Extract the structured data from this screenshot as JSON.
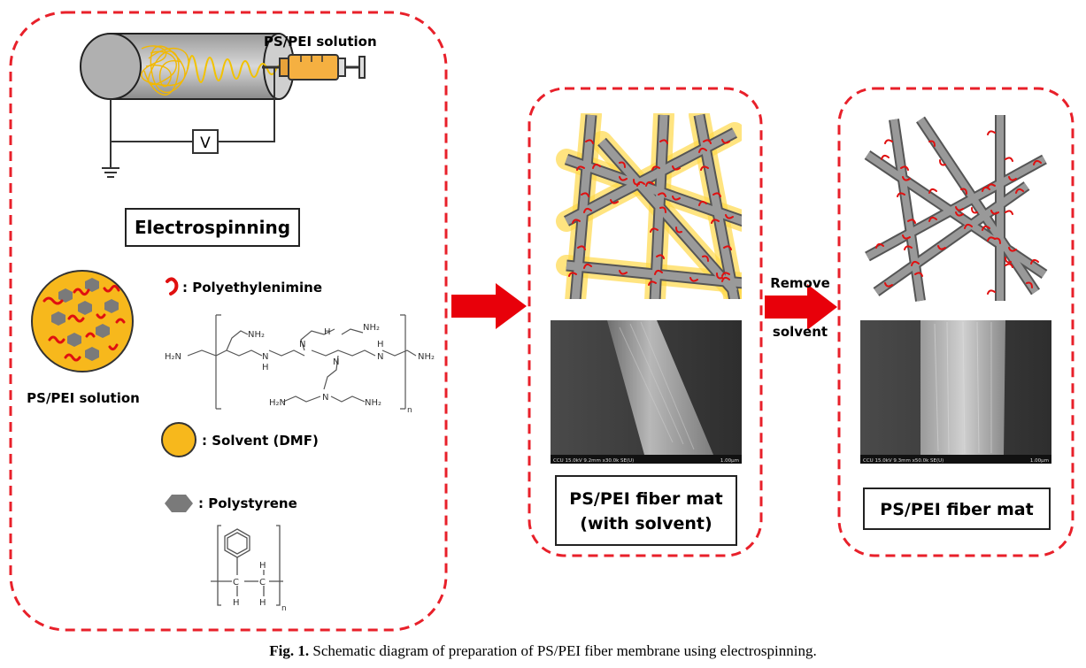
{
  "electrospinning": {
    "syringe_label": "PS/PEI solution",
    "voltage_symbol": "V",
    "title": "Electrospinning"
  },
  "legend": {
    "solution_label": "PS/PEI solution",
    "pei": ": Polyethylenimine",
    "solvent": ": Solvent (DMF)",
    "polystyrene": ": Polystyrene"
  },
  "pei_structure": {
    "h2n_left": "H₂N",
    "nh2_right": "NH₂",
    "nh2_a": "NH₂",
    "nh2_b": "NH₂",
    "nh2_c": "NH₂",
    "h2n_bottom": "H₂N",
    "n": "n",
    "N": "N",
    "H": "H"
  },
  "ps_structure": {
    "C": "C",
    "H": "H",
    "n": "n"
  },
  "step": {
    "arrow_text_1": "Remove",
    "arrow_text_2": "solvent"
  },
  "panel_mid": {
    "title_line1": "PS/PEI fiber mat",
    "title_line2": "(with solvent)",
    "sem_info": "CCU 15.0kV 9.2mm x30.0k SE(U)",
    "sem_scale": "1.00µm"
  },
  "panel_right": {
    "title": "PS/PEI fiber mat",
    "sem_info": "CCU 15.0kV 9.3mm x50.0k SE(U)",
    "sem_scale": "1.00µm"
  },
  "caption": {
    "label": "Fig. 1.",
    "text": " Schematic diagram of preparation of PS/PEI fiber membrane using electrospinning."
  },
  "colors": {
    "dash": "#e8202a",
    "solution_fill": "#f7b81c",
    "red_chain": "#e01010",
    "fiber_gray": "#8a8a8a",
    "polystyrene": "#7a7a7a"
  }
}
